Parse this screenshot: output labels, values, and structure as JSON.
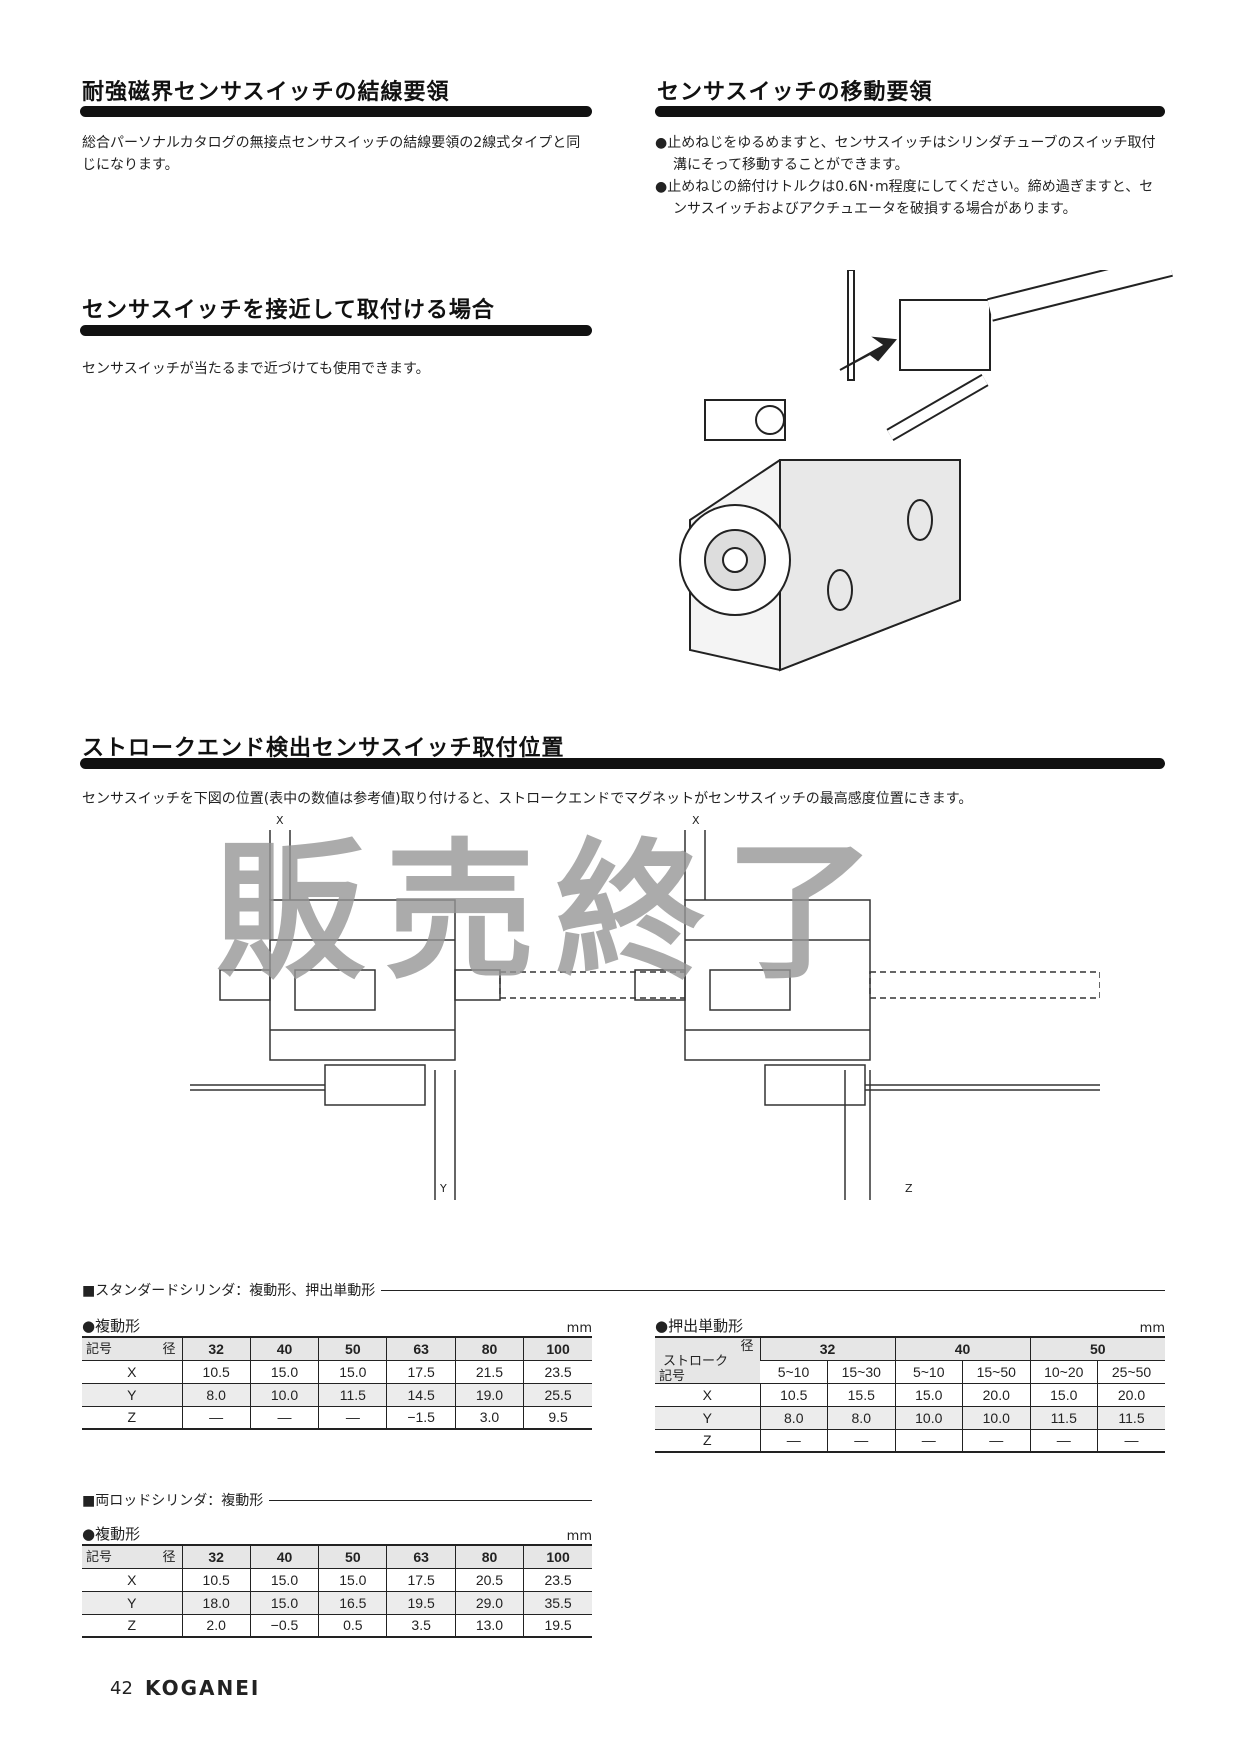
{
  "sections": {
    "wiring": {
      "title": "耐強磁界センサスイッチの結線要領",
      "text": "総合パーソナルカタログの無接点センサスイッチの結線要領の2線式タイプと同じになります。"
    },
    "moving": {
      "title": "センサスイッチの移動要領",
      "bullets": [
        "●止めねじをゆるめますと、センサスイッチはシリンダチューブのスイッチ取付溝にそって移動することができます。",
        "●止めねじの締付けトルクは0.6N･m程度にしてください。締め過ぎますと、センサスイッチおよびアクチュエータを破損する場合があります。"
      ]
    },
    "close": {
      "title": "センサスイッチを接近して取付ける場合",
      "text": "センサスイッチが当たるまで近づけても使用できます。"
    },
    "position": {
      "title": "ストロークエンド検出センサスイッチ取付位置",
      "text": "センサスイッチを下図の位置(表中の数値は参考値)取り付けると、ストロークエンドでマグネットがセンサスイッチの最高感度位置にきます。",
      "labels": {
        "x1": "X",
        "x2": "X",
        "y": "Y",
        "z": "Z"
      }
    }
  },
  "watermark": "販売終了",
  "standard": {
    "title": "■スタンダードシリンダ：複動形、押出単動形",
    "double": {
      "title": "●複動形",
      "unit": "mm",
      "corner_top": "径",
      "corner_bottom": "記号",
      "headers": [
        "32",
        "40",
        "50",
        "63",
        "80",
        "100"
      ],
      "rows": [
        {
          "label": "X",
          "values": [
            "10.5",
            "15.0",
            "15.0",
            "17.5",
            "21.5",
            "23.5"
          ]
        },
        {
          "label": "Y",
          "values": [
            "8.0",
            "10.0",
            "11.5",
            "14.5",
            "19.0",
            "25.5"
          ]
        },
        {
          "label": "Z",
          "values": [
            "—",
            "—",
            "—",
            "−1.5",
            "3.0",
            "9.5"
          ]
        }
      ]
    },
    "single": {
      "title": "●押出単動形",
      "unit": "mm",
      "corner_top": "径",
      "corner_mid": "ストローク",
      "corner_bottom": "記号",
      "bores": [
        "32",
        "40",
        "50"
      ],
      "strokes": [
        "5~10",
        "15~30",
        "5~10",
        "15~50",
        "10~20",
        "25~50"
      ],
      "rows": [
        {
          "label": "X",
          "values": [
            "10.5",
            "15.5",
            "15.0",
            "20.0",
            "15.0",
            "20.0"
          ]
        },
        {
          "label": "Y",
          "values": [
            "8.0",
            "8.0",
            "10.0",
            "10.0",
            "11.5",
            "11.5"
          ]
        },
        {
          "label": "Z",
          "values": [
            "—",
            "—",
            "—",
            "—",
            "—",
            "—"
          ]
        }
      ]
    }
  },
  "double_rod": {
    "title": "■両ロッドシリンダ：複動形",
    "double": {
      "title": "●複動形",
      "unit": "mm",
      "corner_top": "径",
      "corner_bottom": "記号",
      "headers": [
        "32",
        "40",
        "50",
        "63",
        "80",
        "100"
      ],
      "rows": [
        {
          "label": "X",
          "values": [
            "10.5",
            "15.0",
            "15.0",
            "17.5",
            "20.5",
            "23.5"
          ]
        },
        {
          "label": "Y",
          "values": [
            "18.0",
            "15.0",
            "16.5",
            "19.5",
            "29.0",
            "35.5"
          ]
        },
        {
          "label": "Z",
          "values": [
            "2.0",
            "−0.5",
            "0.5",
            "3.5",
            "13.0",
            "19.5"
          ]
        }
      ]
    }
  },
  "footer": {
    "page": "42",
    "brand": "KOGANEI"
  }
}
